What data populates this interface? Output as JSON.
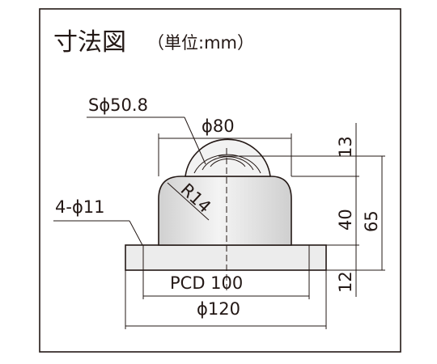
{
  "title": "寸法図",
  "unit_note": "（単位:mm）",
  "labels": {
    "ball": "Sϕ50.8",
    "dia80": "ϕ80",
    "radius": "R14",
    "holes": "4-ϕ11",
    "pcd": "PCD 100",
    "dia120": "ϕ120",
    "h13": "13",
    "h40": "40",
    "h65": "65",
    "h12": "12"
  },
  "colors": {
    "line": "#231815",
    "body_shade": "#e6e6e6"
  }
}
